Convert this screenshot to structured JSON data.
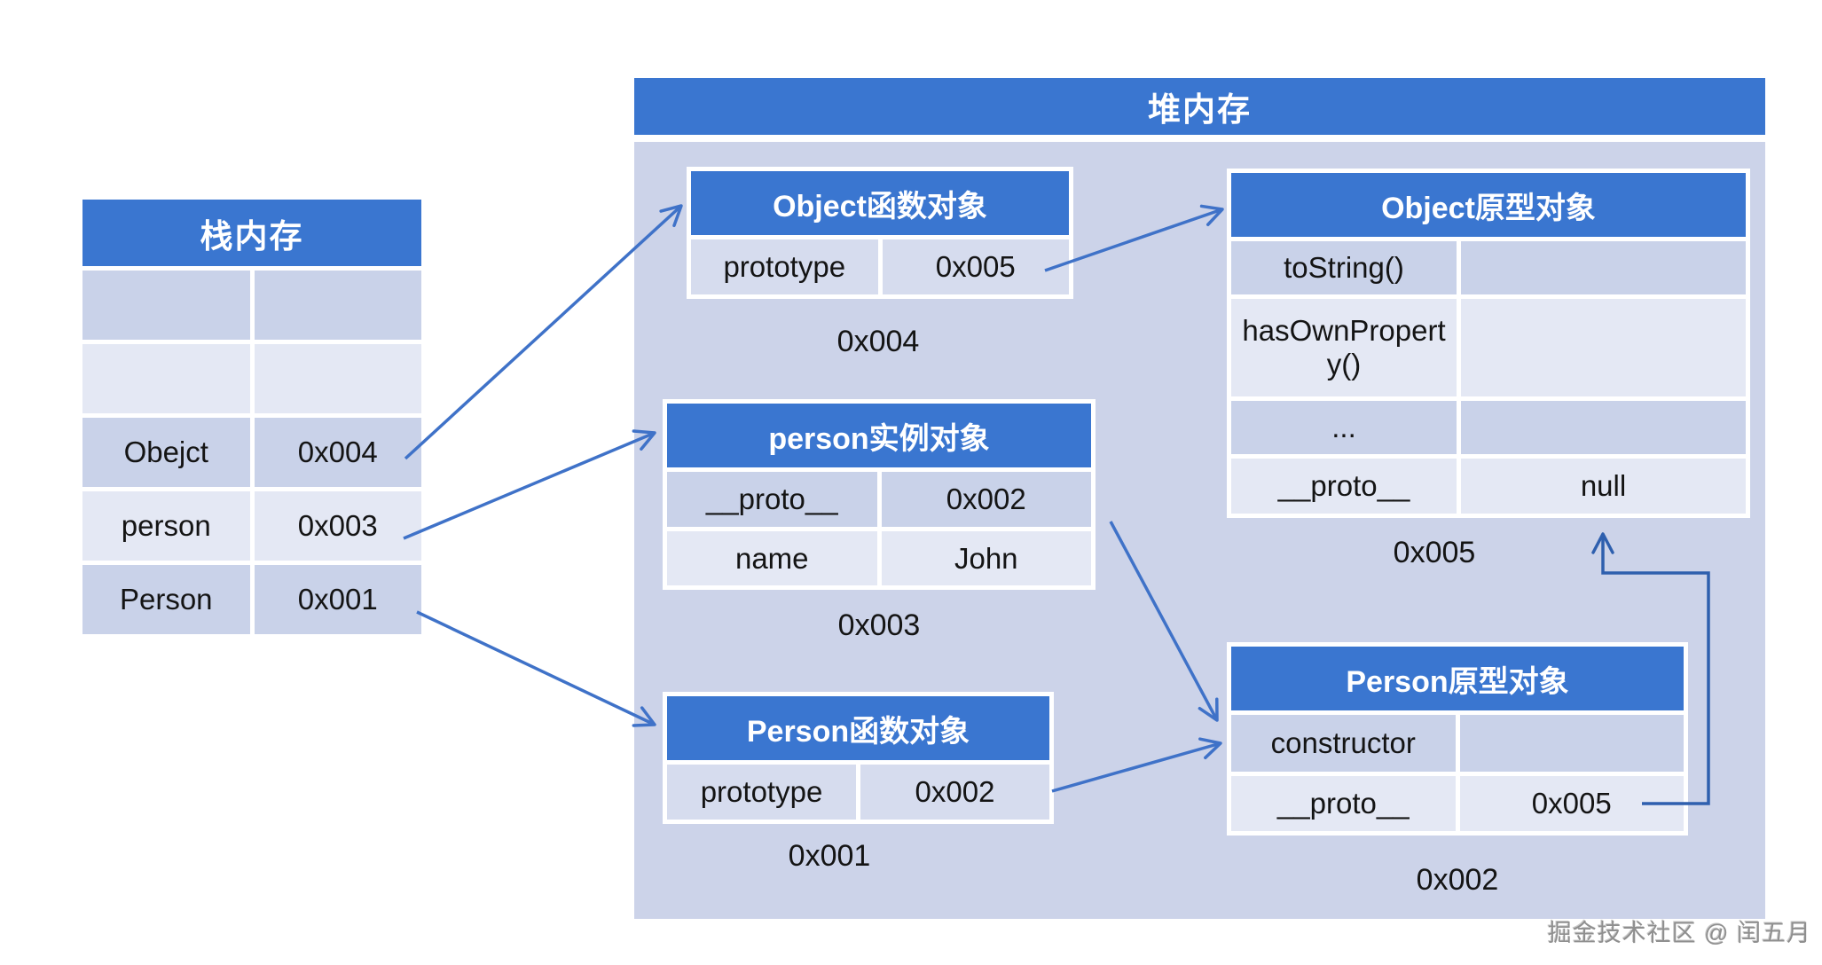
{
  "colors": {
    "header_blue": "#3a76d0",
    "heap_background": "#ccd3e9",
    "row_dark": "#c9d2e9",
    "row_light": "#e4e8f4",
    "row_mid": "#d6dcee",
    "arrow_blue": "#3f72c8",
    "elbow_arrow_blue": "#2e5fae",
    "text": "#141414"
  },
  "stack": {
    "title": "栈内存",
    "rows": [
      {
        "name": "",
        "value": ""
      },
      {
        "name": "",
        "value": ""
      },
      {
        "name": "Obejct",
        "value": "0x004"
      },
      {
        "name": "person",
        "value": "0x003"
      },
      {
        "name": "Person",
        "value": "0x001"
      }
    ]
  },
  "heap": {
    "title": "堆内存",
    "object_function": {
      "title": "Object函数对象",
      "rows": [
        [
          "prototype",
          "0x005"
        ]
      ],
      "address": "0x004"
    },
    "object_prototype": {
      "title": "Object原型对象",
      "rows": [
        [
          "toString()",
          ""
        ],
        [
          "hasOwnProperty()",
          ""
        ],
        [
          "...",
          ""
        ],
        [
          "__proto__",
          "null"
        ]
      ],
      "address": "0x005"
    },
    "person_instance": {
      "title": "person实例对象",
      "rows": [
        [
          "__proto__",
          "0x002"
        ],
        [
          "name",
          "John"
        ]
      ],
      "address": "0x003"
    },
    "person_function": {
      "title": "Person函数对象",
      "rows": [
        [
          "prototype",
          "0x002"
        ]
      ],
      "address": "0x001"
    },
    "person_prototype": {
      "title": "Person原型对象",
      "rows": [
        [
          "constructor",
          ""
        ],
        [
          "__proto__",
          "0x005"
        ]
      ],
      "address": "0x002"
    }
  },
  "watermark": "掘金技术社区 @ 闰五月"
}
